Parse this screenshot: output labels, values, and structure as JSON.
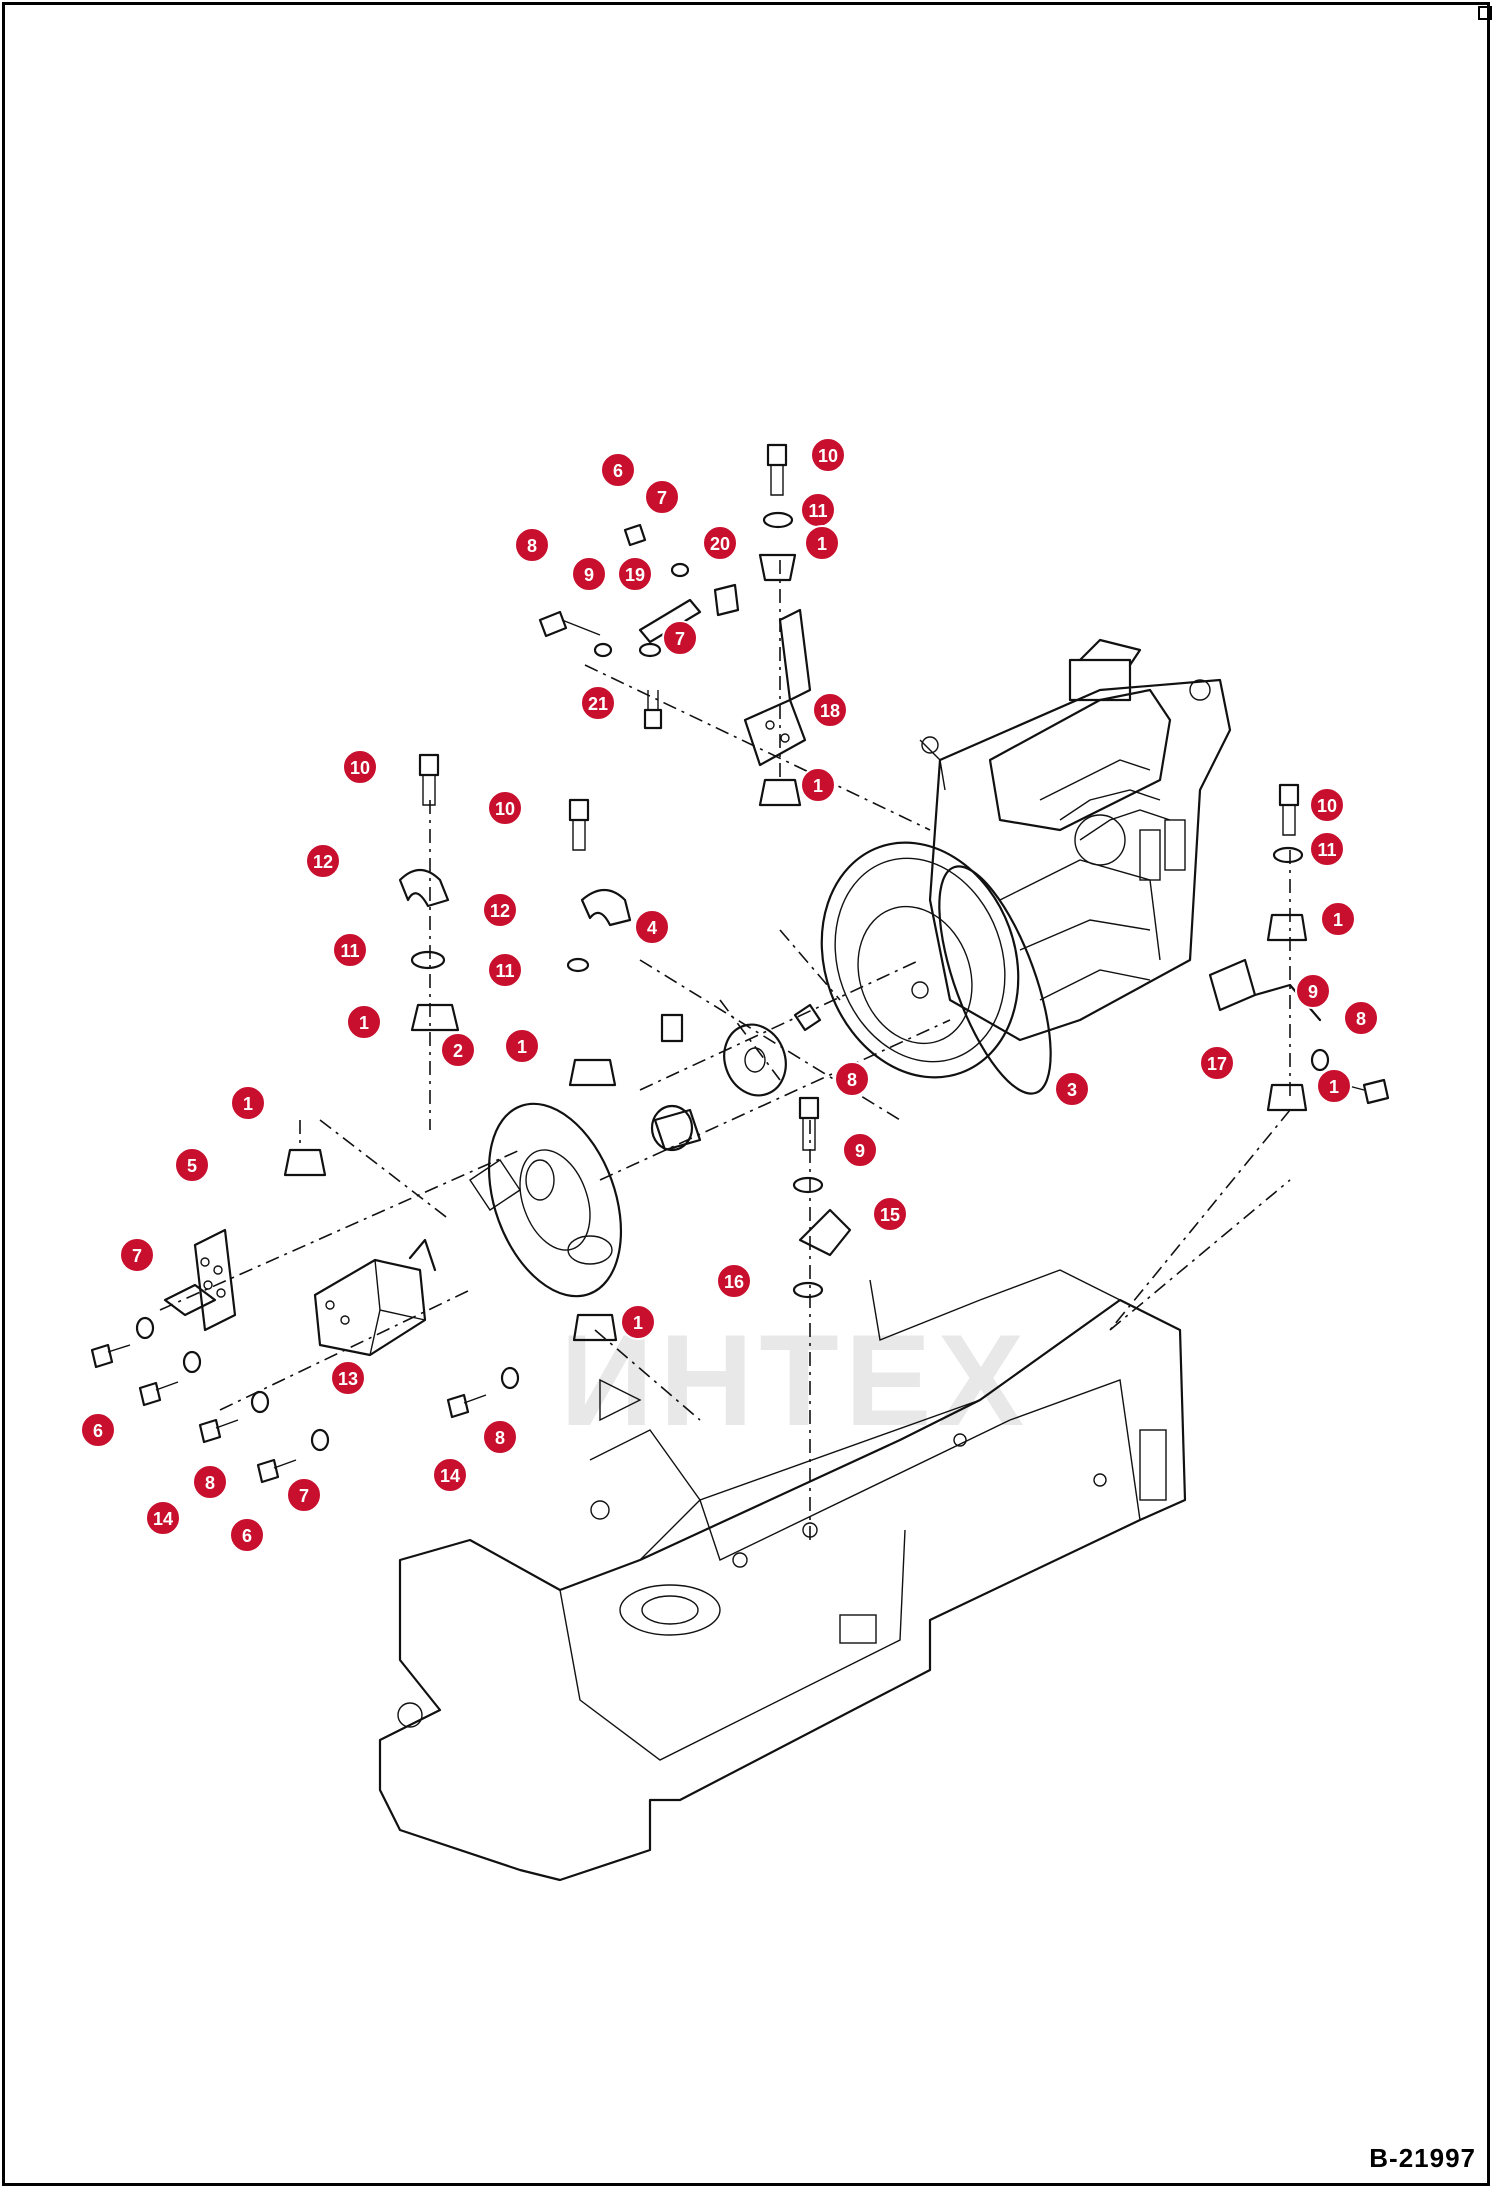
{
  "document_code": "B-21997",
  "watermark_text": "ИНТЕХ",
  "callout_color": "#c8102e",
  "callouts": [
    {
      "num": "6"
    },
    {
      "num": "7"
    },
    {
      "num": "8"
    },
    {
      "num": "9"
    },
    {
      "num": "19"
    },
    {
      "num": "20"
    },
    {
      "num": "7"
    },
    {
      "num": "21"
    },
    {
      "num": "10"
    },
    {
      "num": "11"
    },
    {
      "num": "1"
    },
    {
      "num": "18"
    },
    {
      "num": "1"
    },
    {
      "num": "10"
    },
    {
      "num": "10"
    },
    {
      "num": "12"
    },
    {
      "num": "12"
    },
    {
      "num": "4"
    },
    {
      "num": "11"
    },
    {
      "num": "11"
    },
    {
      "num": "1"
    },
    {
      "num": "2"
    },
    {
      "num": "1"
    },
    {
      "num": "1"
    },
    {
      "num": "5"
    },
    {
      "num": "7"
    },
    {
      "num": "6"
    },
    {
      "num": "13"
    },
    {
      "num": "8"
    },
    {
      "num": "14"
    },
    {
      "num": "6"
    },
    {
      "num": "7"
    },
    {
      "num": "8"
    },
    {
      "num": "14"
    },
    {
      "num": "1"
    },
    {
      "num": "8"
    },
    {
      "num": "9"
    },
    {
      "num": "15"
    },
    {
      "num": "16"
    },
    {
      "num": "3"
    },
    {
      "num": "10"
    },
    {
      "num": "11"
    },
    {
      "num": "1"
    },
    {
      "num": "9"
    },
    {
      "num": "8"
    },
    {
      "num": "17"
    },
    {
      "num": "1"
    }
  ]
}
